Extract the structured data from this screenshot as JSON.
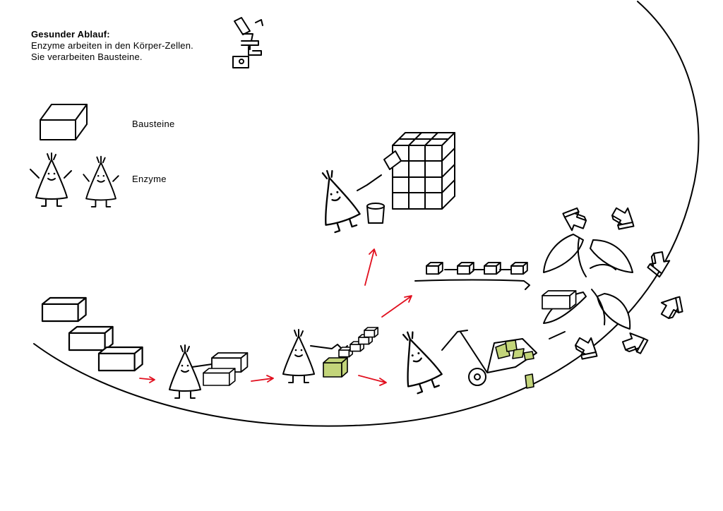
{
  "intro": {
    "title": "Gesunder Ablauf:",
    "line1": "Enzyme arbeiten in den Körper-Zellen.",
    "line2": "Sie verarbeiten Bausteine."
  },
  "legend": {
    "blocks_label": "Bausteine",
    "enzymes_label": "Enzyme"
  },
  "icons": [
    "microscope-icon",
    "building-block-icon",
    "enzyme-icon",
    "arrow-icon",
    "recycler-icon"
  ],
  "colors": {
    "arrow": "#e10f1e",
    "highlight_block": "#c3d57a",
    "ink": "#000000"
  }
}
